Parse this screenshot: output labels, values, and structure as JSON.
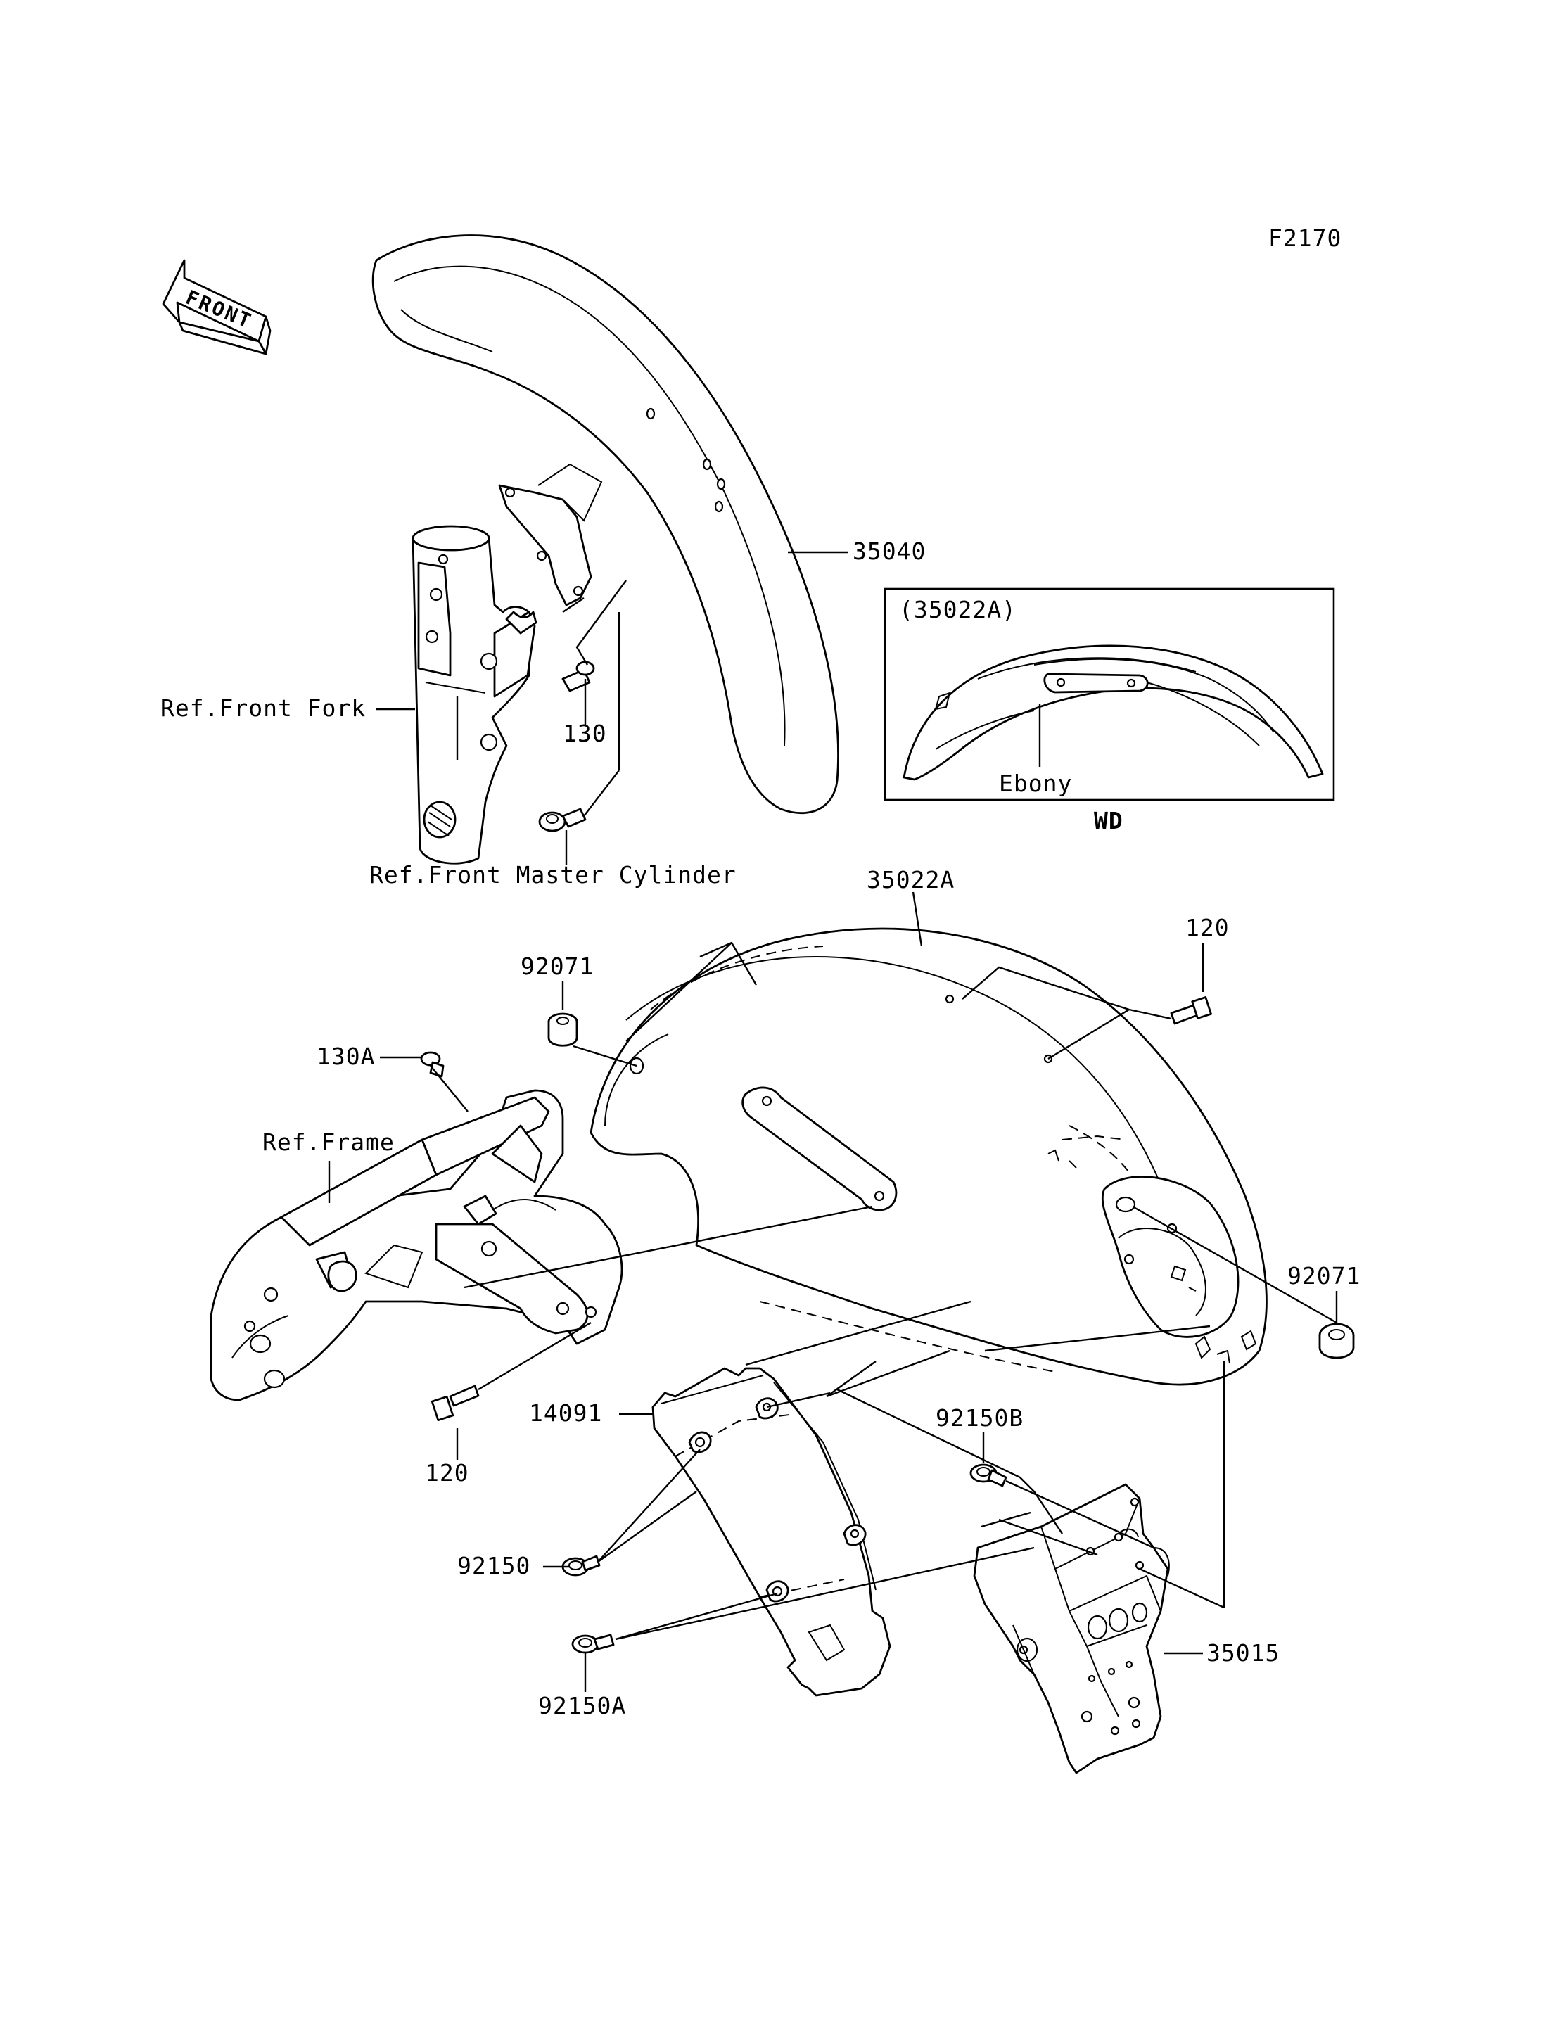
{
  "diagram_code": "F2170",
  "front_arrow": {
    "text": "FRONT",
    "icon": "front-direction-arrow-icon"
  },
  "inset": {
    "part_ref": "(35022A)",
    "color_label": "Ebony",
    "variant": "WD"
  },
  "labels": {
    "p35040": "35040",
    "ref_front_fork": "Ref.Front Fork",
    "p130": "130",
    "ref_front_master_cylinder": "Ref.Front Master Cylinder",
    "p35022a": "35022A",
    "p120_top": "120",
    "p92071_left": "92071",
    "p130a": "130A",
    "ref_frame": "Ref.Frame",
    "p92071_right": "92071",
    "p14091": "14091",
    "p92150b": "92150B",
    "p120_bottom": "120",
    "p92150": "92150",
    "p35015": "35015",
    "p92150a": "92150A"
  }
}
